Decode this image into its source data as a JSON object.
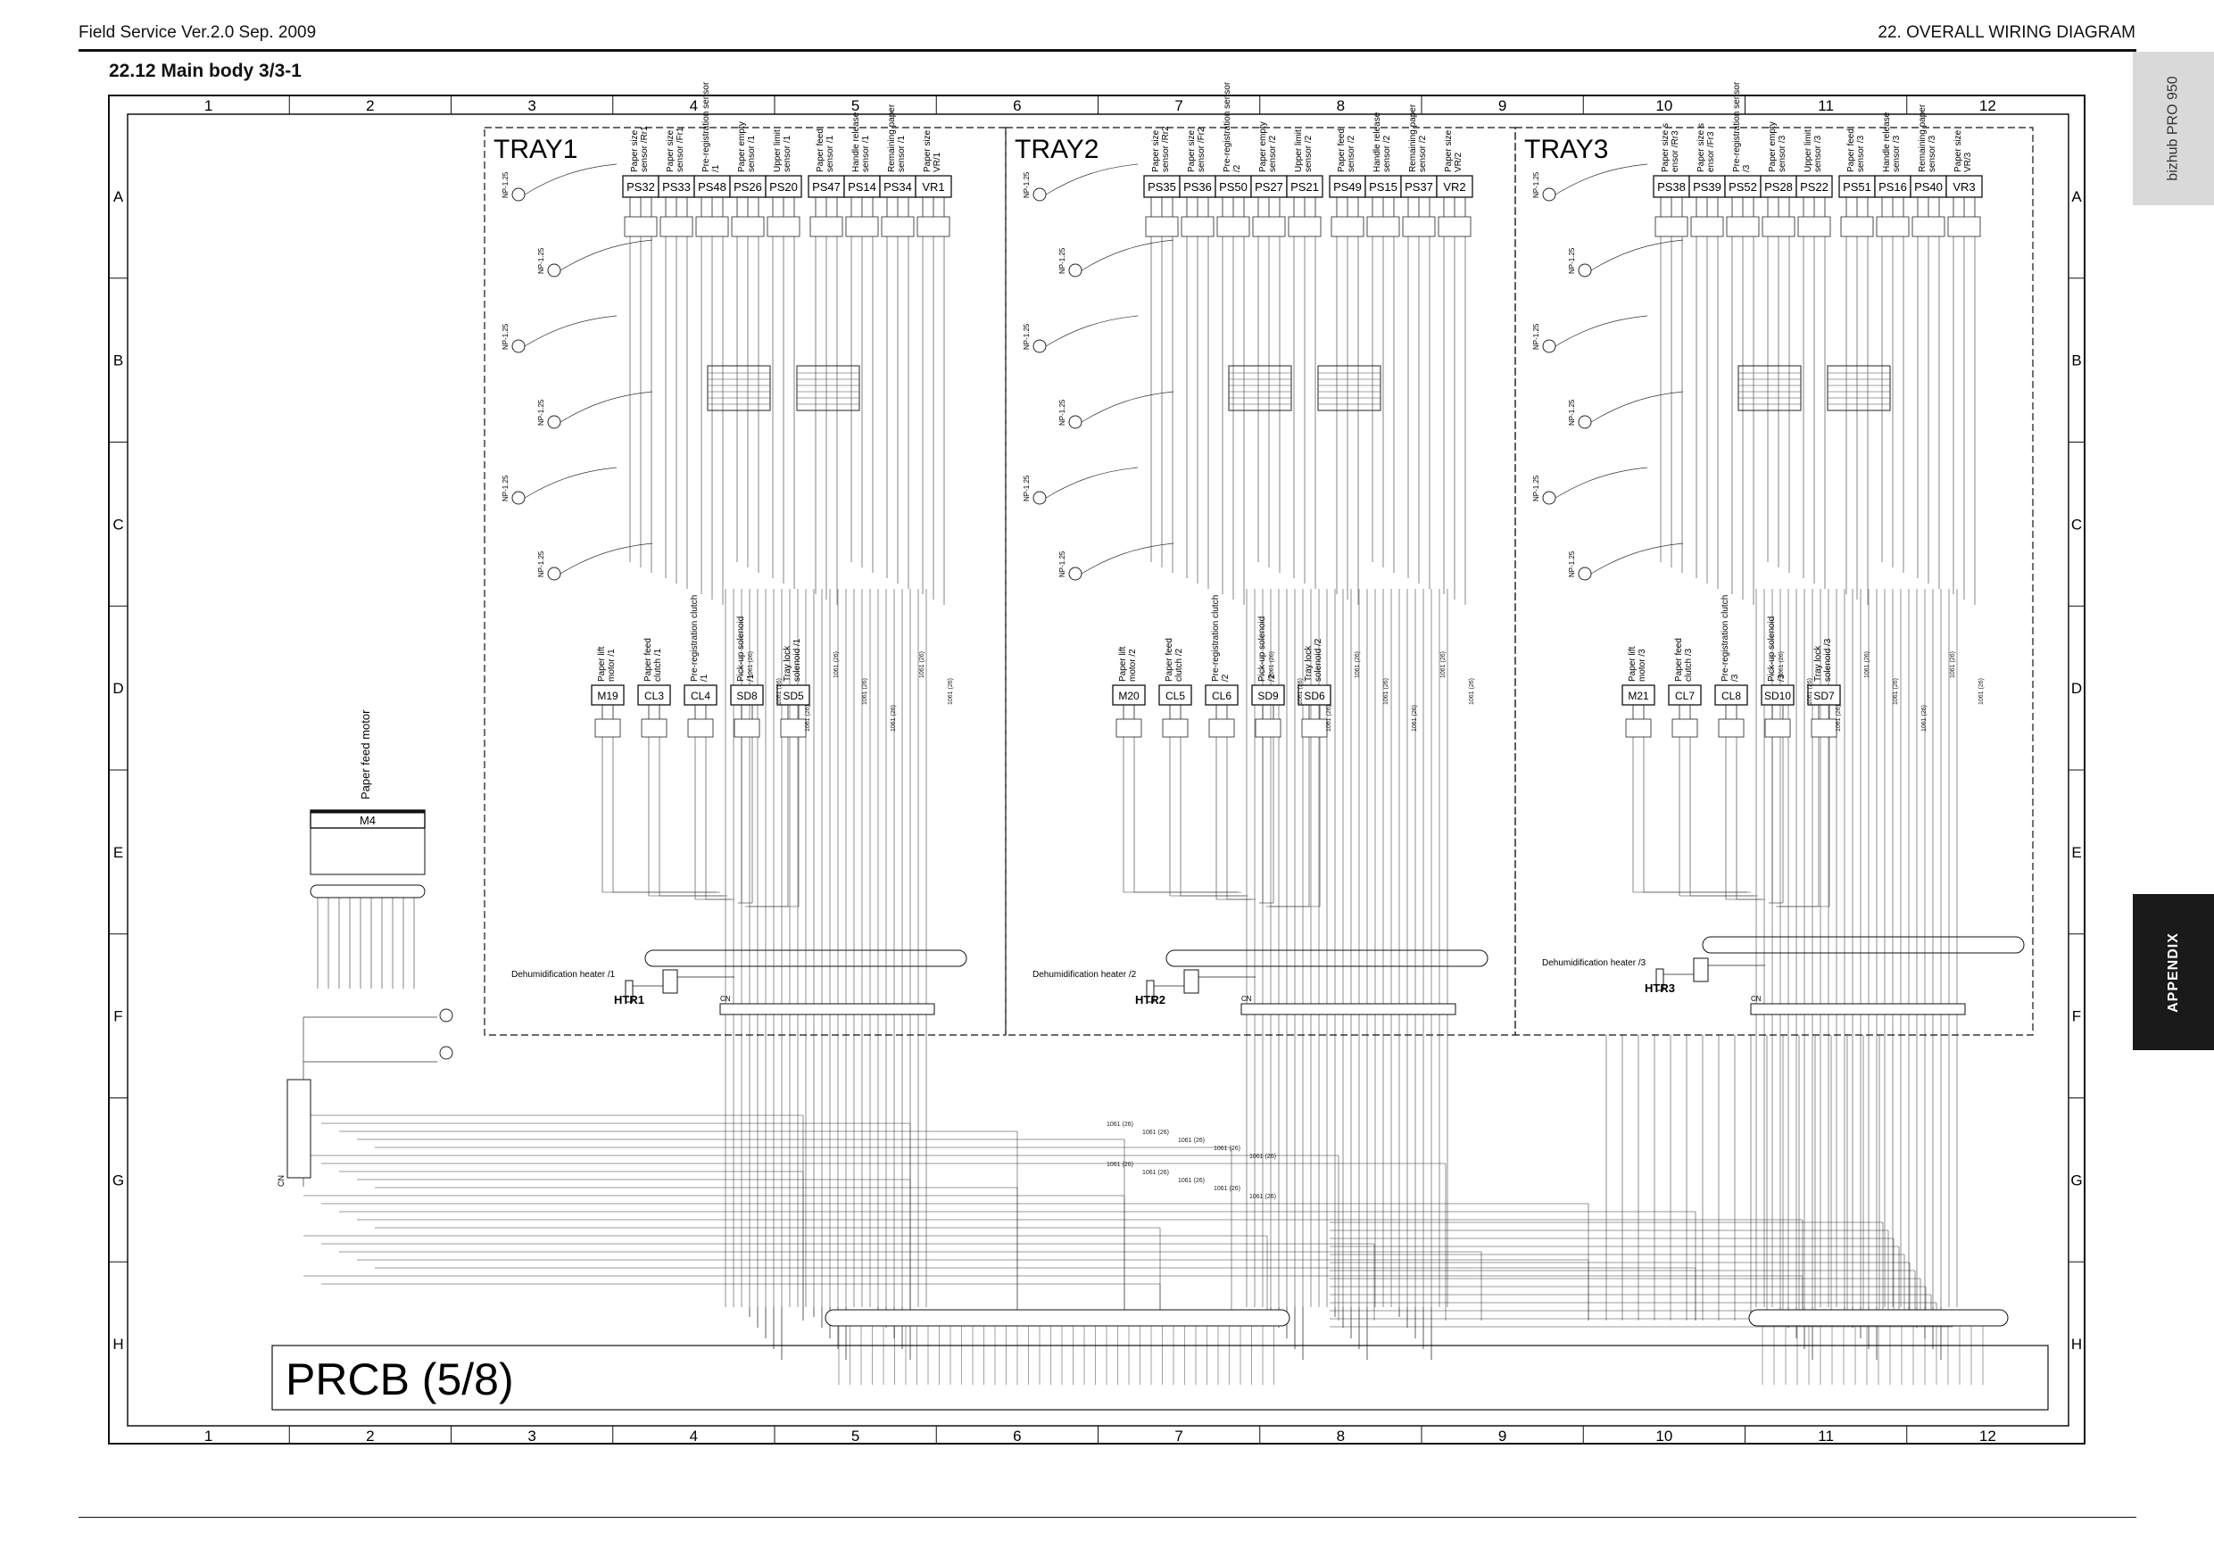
{
  "header": {
    "left": "Field Service Ver.2.0 Sep. 2009",
    "right": "22. OVERALL WIRING DIAGRAM"
  },
  "section_title": "22.12 Main body 3/3-1",
  "side_tabs": {
    "model": "bizhub PRO 950",
    "appendix": "APPENDIX"
  },
  "grid": {
    "columns": [
      "1",
      "2",
      "3",
      "4",
      "5",
      "6",
      "7",
      "8",
      "9",
      "10",
      "11",
      "12"
    ],
    "rows": [
      "A",
      "B",
      "C",
      "D",
      "E",
      "F",
      "G",
      "H"
    ]
  },
  "trays": [
    {
      "title": "TRAY1",
      "sensors": [
        {
          "id": "PS32",
          "label": "Paper size sensor /Rr1"
        },
        {
          "id": "PS33",
          "label": "Paper size sensor /Fr1"
        },
        {
          "id": "PS48",
          "label": "Pre-registration sensor /1"
        },
        {
          "id": "PS26",
          "label": "Paper empty sensor /1"
        },
        {
          "id": "PS20",
          "label": "Upper limit sensor /1"
        },
        {
          "id": "PS47",
          "label": "Paper feed sensor /1"
        },
        {
          "id": "PS14",
          "label": "Handle release sensor /1"
        },
        {
          "id": "PS34",
          "label": "Remaining paper sensor /1"
        },
        {
          "id": "VR1",
          "label": "Paper size VR/1"
        }
      ],
      "actuators": [
        {
          "id": "M19",
          "label": "Paper lift motor /1"
        },
        {
          "id": "CL3",
          "label": "Paper feed clutch /1"
        },
        {
          "id": "CL4",
          "label": "Pre-registration clutch /1"
        },
        {
          "id": "SD8",
          "label": "Pick-up solenoid /1"
        },
        {
          "id": "SD5",
          "label": "Tray lock solenoid /1"
        }
      ],
      "heater": {
        "label": "Dehumidification heater /1",
        "id": "HTR1"
      }
    },
    {
      "title": "TRAY2",
      "sensors": [
        {
          "id": "PS35",
          "label": "Paper size sensor /Rr2"
        },
        {
          "id": "PS36",
          "label": "Paper size sensor /Fr2"
        },
        {
          "id": "PS50",
          "label": "Pre-registration sensor /2"
        },
        {
          "id": "PS27",
          "label": "Paper empty sensor /2"
        },
        {
          "id": "PS21",
          "label": "Upper limit sensor /2"
        },
        {
          "id": "PS49",
          "label": "Paper feed sensor /2"
        },
        {
          "id": "PS15",
          "label": "Handle release sensor /2"
        },
        {
          "id": "PS37",
          "label": "Remaining paper sensor /2"
        },
        {
          "id": "VR2",
          "label": "Paper size VR/2"
        }
      ],
      "actuators": [
        {
          "id": "M20",
          "label": "Paper lift motor /2"
        },
        {
          "id": "CL5",
          "label": "Paper feed clutch /2"
        },
        {
          "id": "CL6",
          "label": "Pre-registration clutch /2"
        },
        {
          "id": "SD9",
          "label": "Pick-up solenoid /2"
        },
        {
          "id": "SD6",
          "label": "Tray lock solenoid /2"
        }
      ],
      "heater": {
        "label": "Dehumidification heater /2",
        "id": "HTR2"
      }
    },
    {
      "title": "TRAY3",
      "sensors": [
        {
          "id": "PS38",
          "label": "Paper size s ensor /Rr3"
        },
        {
          "id": "PS39",
          "label": "Paper size s ensor /Fr3"
        },
        {
          "id": "PS52",
          "label": "Pre-registration sensor /3"
        },
        {
          "id": "PS28",
          "label": "Paper empty sensor /3"
        },
        {
          "id": "PS22",
          "label": "Upper limit sensor /3"
        },
        {
          "id": "PS51",
          "label": "Paper feed sensor /3"
        },
        {
          "id": "PS16",
          "label": "Handle release sensor /3"
        },
        {
          "id": "PS40",
          "label": "Remaining paper sensor /3"
        },
        {
          "id": "VR3",
          "label": "Paper size VR/3"
        }
      ],
      "actuators": [
        {
          "id": "M21",
          "label": "Paper lift motor /3"
        },
        {
          "id": "CL7",
          "label": "Paper feed clutch /3"
        },
        {
          "id": "CL8",
          "label": "Pre-registration clutch /3"
        },
        {
          "id": "SD10",
          "label": "Pick-up solenoid /3"
        },
        {
          "id": "SD7",
          "label": "Tray lock solenoid /3"
        }
      ],
      "heater": {
        "label": "Dehumidification heater /3",
        "id": "HTR3"
      }
    }
  ],
  "paper_feed_motor": {
    "id": "M4",
    "label": "Paper feed motor"
  },
  "board_label": "PRCB (5/8)",
  "wire_label": "1061 (26)",
  "pin_label": "NP-1.25",
  "connector_label": "CN"
}
